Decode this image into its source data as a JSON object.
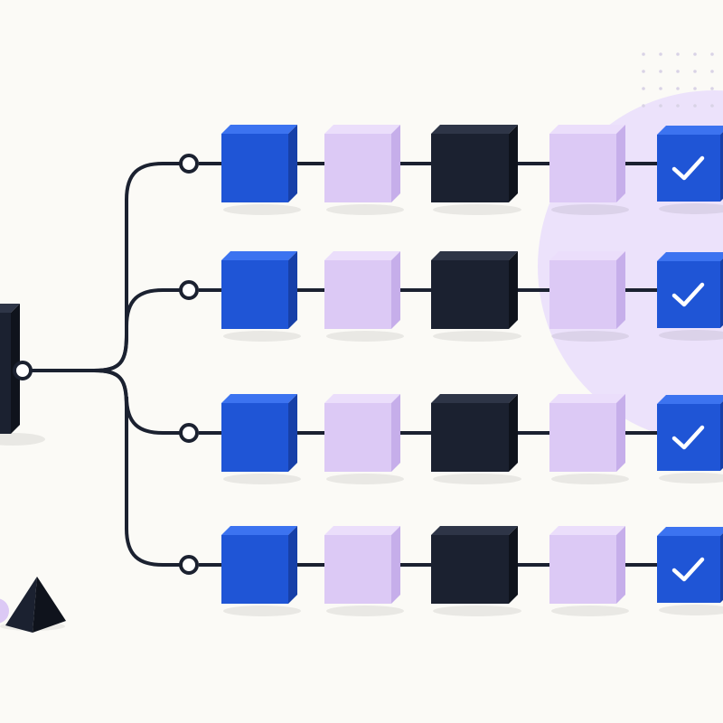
{
  "diagram": {
    "colors": {
      "background": "#fbfaf6",
      "blue": "#1f55d6",
      "blue_top": "#3c73f0",
      "blue_side": "#1740a8",
      "lavender": "#dcc9f5",
      "lavender_top": "#ebdefb",
      "lavender_side": "#c6aeea",
      "dark": "#1b2130",
      "dark_top": "#2e3547",
      "dark_side": "#0f131c",
      "line": "#1b2130",
      "circle_bg": "#ece2fb",
      "dots": "#d9d3e6"
    },
    "source_block": {
      "kind": "dark-cube"
    },
    "branches": [
      {
        "name": "branch-1",
        "stages": [
          "blue",
          "lavender",
          "dark",
          "lavender",
          "done"
        ]
      },
      {
        "name": "branch-2",
        "stages": [
          "blue",
          "lavender",
          "dark",
          "lavender",
          "done"
        ]
      },
      {
        "name": "branch-3",
        "stages": [
          "blue",
          "lavender",
          "dark",
          "lavender",
          "done"
        ]
      },
      {
        "name": "branch-4",
        "stages": [
          "blue",
          "lavender",
          "dark",
          "lavender",
          "done"
        ]
      }
    ],
    "icons": {
      "done": "checkmark-icon",
      "connector": "connector-node-icon",
      "decoration_shapes": [
        "pyramid-icon",
        "sphere-icon"
      ],
      "decoration_pattern": "dot-grid"
    }
  }
}
